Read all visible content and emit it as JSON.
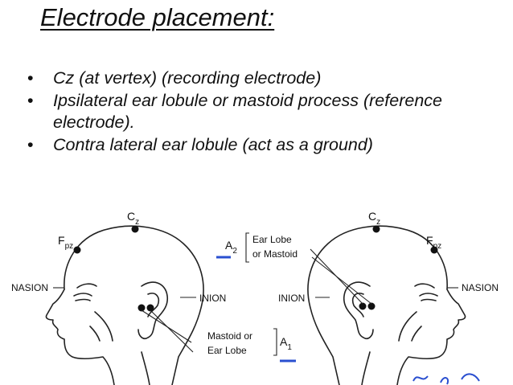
{
  "slide": {
    "title": "Electrode placement:",
    "bullets": [
      {
        "bullet": "•",
        "text": "Cz (at vertex) (recording electrode)"
      },
      {
        "bullet": "•",
        "text": "Ipsilateral ear lobule or mastoid process (reference electrode)."
      },
      {
        "bullet": "•",
        "text": "Contra lateral ear lobule (act as a ground)"
      }
    ]
  },
  "figure": {
    "labels": {
      "cz": "C",
      "cz_sub": "z",
      "fpz": "F",
      "fpz_sub": "pz",
      "nasion": "NASION",
      "inion": "INION",
      "a2": "A",
      "a2_sub": "2",
      "ear_lobe_or_mastoid_1": "Ear Lobe",
      "ear_lobe_or_mastoid_2": "or Mastoid",
      "mastoid_or_ear_lobe_1": "Mastoid or",
      "mastoid_or_ear_lobe_2": "Ear Lobe",
      "a1": "A",
      "a1_sub": "1"
    }
  }
}
